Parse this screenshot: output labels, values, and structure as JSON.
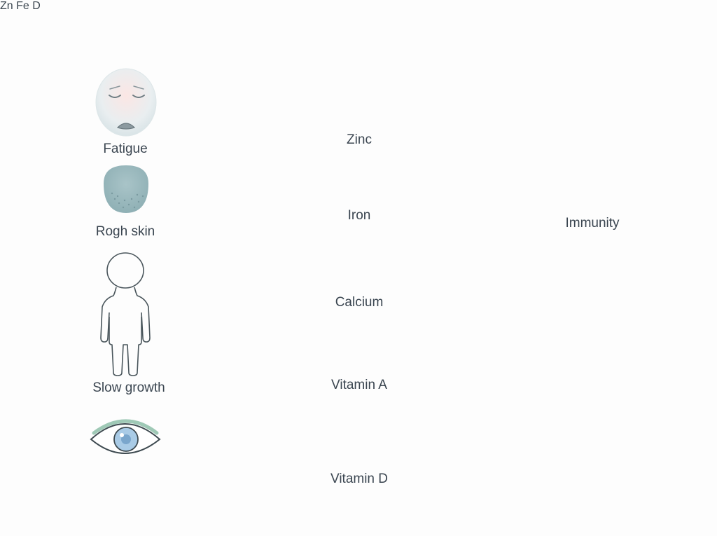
{
  "symptoms": {
    "fatigue": "Fatigue",
    "rough_skin": "Rogh skin",
    "slow_growth": "Slow growth"
  },
  "nutrients": {
    "zinc": {
      "label": "Zinc",
      "symbol": "Zn"
    },
    "iron": {
      "label": "Iron",
      "symbol": "Fe"
    },
    "calcium": {
      "label": "Calcium"
    },
    "vitamin_a": {
      "label": "Vitamin A"
    },
    "vitamin_d": {
      "label": "Vitamin D",
      "symbol": "D"
    }
  },
  "outcomes": {
    "immunity": "Immunity"
  },
  "colors": {
    "arrow_fill": "#e6f4ec",
    "arrow_stroke": "#3d4a45",
    "zinc_fill": "#d6ebdc",
    "bolt_fill": "#b7e0c1",
    "shield_fill": "#a9d8b6",
    "up_arrow_fill": "#dff0f6",
    "sun_fill": "#f5d27a",
    "carrot": "#f0a25a",
    "iris": "#a9cbe6"
  }
}
